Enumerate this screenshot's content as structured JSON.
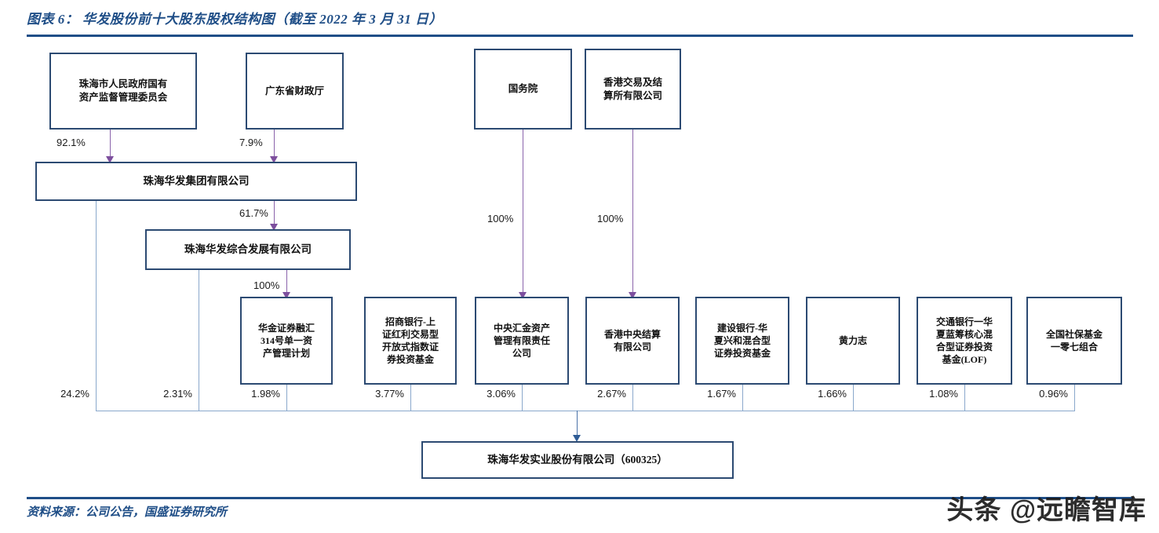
{
  "figure": {
    "title": "图表 6： 华发股份前十大股东股权结构图（截至 2022 年 3 月 31 日）",
    "source": "资料来源：公司公告，国盛证券研究所",
    "watermark": "头条 @远瞻智库",
    "accent_color": "#1f4e87",
    "box_border_color": "#2c4a72",
    "arrow_purple": "#7d4f9e",
    "line_blue": "#8aa8cc"
  },
  "nodes": {
    "sasac": "珠海市人民政府国有\n资产监督管理委员会",
    "gd_finance": "广东省财政厅",
    "state_council": "国务院",
    "hkex": "香港交易及结\n算所有限公司",
    "huafa_group": "珠海华发集团有限公司",
    "huafa_comprehensive": "珠海华发综合发展有限公司",
    "huajin": "华金证券融汇\n314号单一资\n产管理计划",
    "cmb_etf": "招商银行-上\n证红利交易型\n开放式指数证\n券投资基金",
    "huijin": "中央汇金资产\n管理有限责任\n公司",
    "hkscc": "香港中央结算\n有限公司",
    "ccb_fund": "建设银行-华\n夏兴和混合型\n证券投资基金",
    "huanglizhi": "黄力志",
    "bocom_lof": "交通银行一华\n夏蓝筹核心混\n合型证券投资\n基金(LOF)",
    "ssf_107": "全国社保基金\n一零七组合",
    "listed_company": "珠海华发实业股份有限公司（600325）"
  },
  "edges": {
    "sasac_to_group": "92.1%",
    "gd_to_group": "7.9%",
    "group_to_comprehensive": "61.7%",
    "comprehensive_to_huajin": "100%",
    "council_to_huijin": "100%",
    "hkex_to_hkscc": "100%"
  },
  "holdings": [
    {
      "label": "24.2%",
      "holder": "珠海华发集团有限公司"
    },
    {
      "label": "2.31%",
      "holder": "珠海华发综合发展有限公司"
    },
    {
      "label": "1.98%",
      "holder": "华金证券融汇314号单一资产管理计划"
    },
    {
      "label": "3.77%",
      "holder": "招商银行-上证红利交易型开放式指数证券投资基金"
    },
    {
      "label": "3.06%",
      "holder": "中央汇金资产管理有限责任公司"
    },
    {
      "label": "2.67%",
      "holder": "香港中央结算有限公司"
    },
    {
      "label": "1.67%",
      "holder": "建设银行-华夏兴和混合型证券投资基金"
    },
    {
      "label": "1.66%",
      "holder": "黄力志"
    },
    {
      "label": "1.08%",
      "holder": "交通银行一华夏蓝筹核心混合型证券投资基金(LOF)"
    },
    {
      "label": "0.96%",
      "holder": "全国社保基金一零七组合"
    }
  ],
  "chart_data": {
    "type": "diagram",
    "title": "华发股份前十大股东股权结构图（截至 2022 年 3 月 31 日）",
    "subject": "珠海华发实业股份有限公司（600325）",
    "nodes": [
      "珠海市人民政府国有资产监督管理委员会",
      "广东省财政厅",
      "国务院",
      "香港交易及结算所有限公司",
      "珠海华发集团有限公司",
      "珠海华发综合发展有限公司",
      "华金证券融汇314号单一资产管理计划",
      "招商银行-上证红利交易型开放式指数证券投资基金",
      "中央汇金资产管理有限责任公司",
      "香港中央结算有限公司",
      "建设银行-华夏兴和混合型证券投资基金",
      "黄力志",
      "交通银行一华夏蓝筹核心混合型证券投资基金(LOF)",
      "全国社保基金一零七组合",
      "珠海华发实业股份有限公司（600325）"
    ],
    "links": [
      {
        "from": "珠海市人民政府国有资产监督管理委员会",
        "to": "珠海华发集团有限公司",
        "value": 92.1
      },
      {
        "from": "广东省财政厅",
        "to": "珠海华发集团有限公司",
        "value": 7.9
      },
      {
        "from": "珠海华发集团有限公司",
        "to": "珠海华发综合发展有限公司",
        "value": 61.7
      },
      {
        "from": "珠海华发综合发展有限公司",
        "to": "华金证券融汇314号单一资产管理计划",
        "value": 100
      },
      {
        "from": "国务院",
        "to": "中央汇金资产管理有限责任公司",
        "value": 100
      },
      {
        "from": "香港交易及结算所有限公司",
        "to": "香港中央结算有限公司",
        "value": 100
      },
      {
        "from": "珠海华发集团有限公司",
        "to": "珠海华发实业股份有限公司（600325）",
        "value": 24.2
      },
      {
        "from": "珠海华发综合发展有限公司",
        "to": "珠海华发实业股份有限公司（600325）",
        "value": 2.31
      },
      {
        "from": "华金证券融汇314号单一资产管理计划",
        "to": "珠海华发实业股份有限公司（600325）",
        "value": 1.98
      },
      {
        "from": "招商银行-上证红利交易型开放式指数证券投资基金",
        "to": "珠海华发实业股份有限公司（600325）",
        "value": 3.77
      },
      {
        "from": "中央汇金资产管理有限责任公司",
        "to": "珠海华发实业股份有限公司（600325）",
        "value": 3.06
      },
      {
        "from": "香港中央结算有限公司",
        "to": "珠海华发实业股份有限公司（600325）",
        "value": 2.67
      },
      {
        "from": "建设银行-华夏兴和混合型证券投资基金",
        "to": "珠海华发实业股份有限公司（600325）",
        "value": 1.67
      },
      {
        "from": "黄力志",
        "to": "珠海华发实业股份有限公司（600325）",
        "value": 1.66
      },
      {
        "from": "交通银行一华夏蓝筹核心混合型证券投资基金(LOF)",
        "to": "珠海华发实业股份有限公司（600325）",
        "value": 1.08
      },
      {
        "from": "全国社保基金一零七组合",
        "to": "珠海华发实业股份有限公司（600325）",
        "value": 0.96
      }
    ]
  }
}
